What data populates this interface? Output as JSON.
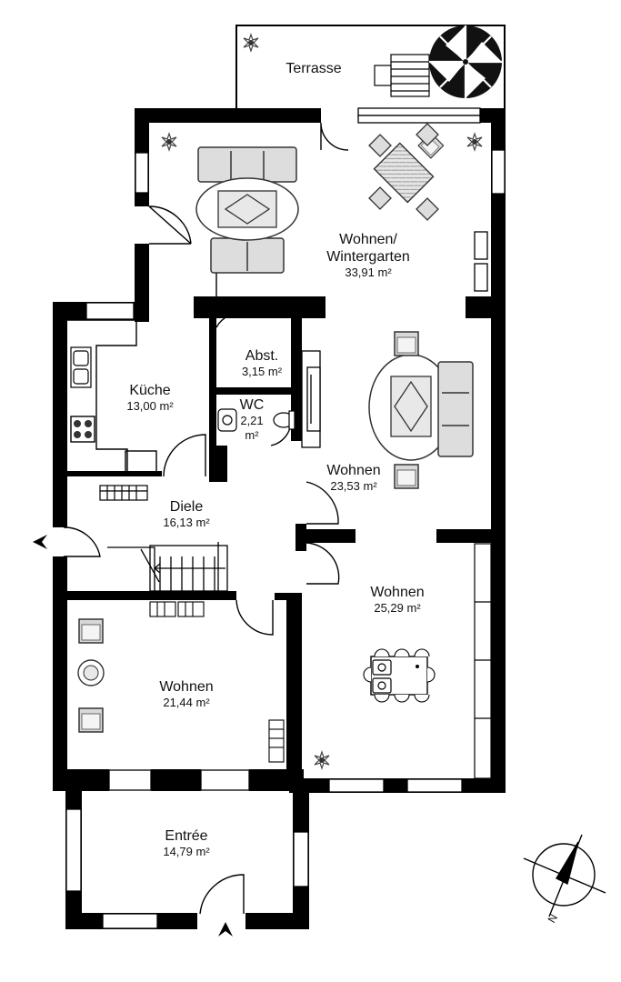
{
  "rooms": {
    "terrasse": {
      "name": "Terrasse"
    },
    "wintergarten": {
      "name": "Wohnen/\nWintergarten",
      "area": "33,91 m²"
    },
    "abst": {
      "name": "Abst.",
      "area": "3,15 m²"
    },
    "kueche": {
      "name": "Küche",
      "area": "13,00 m²"
    },
    "wc": {
      "name": "WC",
      "area": "2,21\nm²"
    },
    "wohnen_mid": {
      "name": "Wohnen",
      "area": "23,53 m²"
    },
    "diele": {
      "name": "Diele",
      "area": "16,13 m²"
    },
    "wohnen_right": {
      "name": "Wohnen",
      "area": "25,29 m²"
    },
    "wohnen_left": {
      "name": "Wohnen",
      "area": "21,44 m²"
    },
    "entree": {
      "name": "Entrée",
      "area": "14,79 m²"
    }
  },
  "compass": {
    "label": "N"
  },
  "icons": [
    "sun-umbrella-icon",
    "deck-chair-icon",
    "plant-icon",
    "sofa-icon",
    "armchair-icon",
    "coffee-table-icon",
    "dining-table-icon",
    "chair-icon",
    "stove-icon",
    "sink-icon",
    "toilet-icon",
    "washbasin-icon",
    "radiator-icon",
    "staircase-icon",
    "entrance-arrow-icon",
    "compass-icon"
  ],
  "colors": {
    "wall": "#000000",
    "background": "#ffffff",
    "furniture": "#555555"
  }
}
